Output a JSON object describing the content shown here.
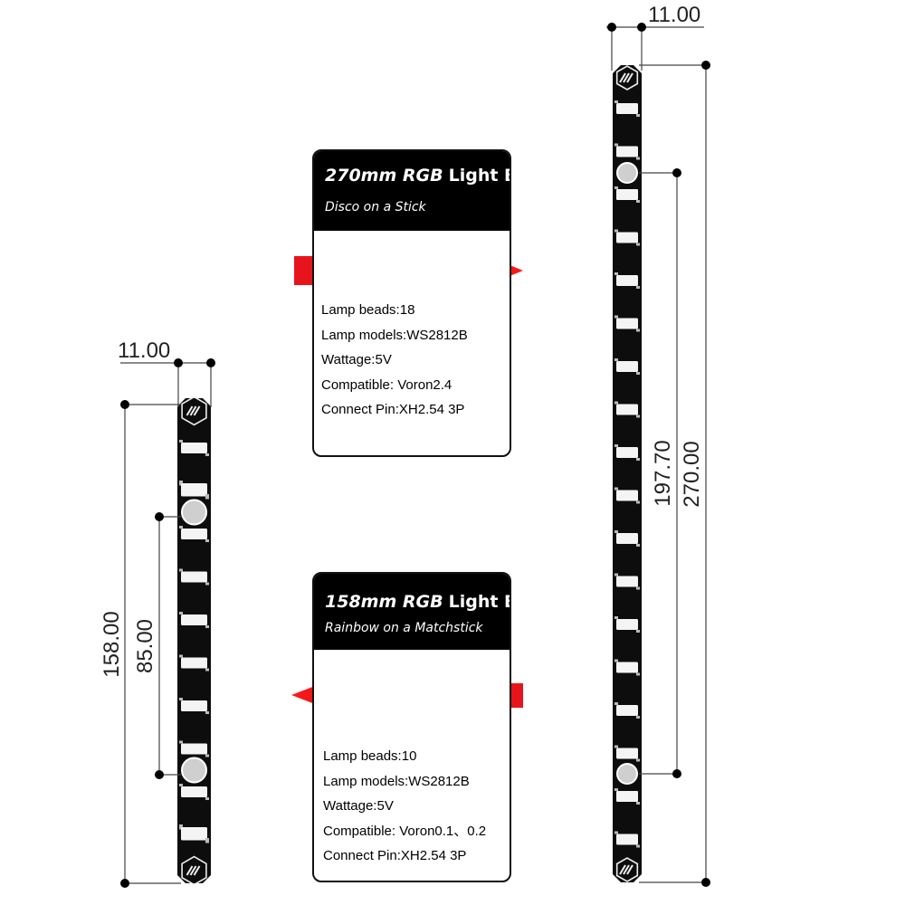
{
  "cards": {
    "long": {
      "model": "270mm RGB",
      "name": "Light Bar",
      "subtitle": "Disco on a Stick",
      "specs": [
        "Lamp beads:18",
        "Lamp models:WS2812B",
        "Wattage:5V",
        "Compatible: Voron2.4",
        "Connect Pin:XH2.54 3P"
      ]
    },
    "short": {
      "model": "158mm RGB",
      "name": "Light Bar",
      "subtitle": "Rainbow on a Matchstick",
      "specs": [
        "Lamp beads:10",
        "Lamp models:WS2812B",
        "Wattage:5V",
        "Compatible: Voron0.1、0.2",
        "Connect Pin:XH2.54 3P"
      ]
    }
  },
  "dimensions": {
    "long_bar": {
      "width": "11.00",
      "total_length": "270.00",
      "mount_spacing": "197.70"
    },
    "short_bar": {
      "width": "11.00",
      "total_length": "158.00",
      "mount_spacing": "85.00"
    }
  },
  "colors": {
    "arrow_red": "#e8141c",
    "arrow_dark": "#2a1430",
    "pcb": "#0d0d0d",
    "led": "#f4f4f4"
  }
}
